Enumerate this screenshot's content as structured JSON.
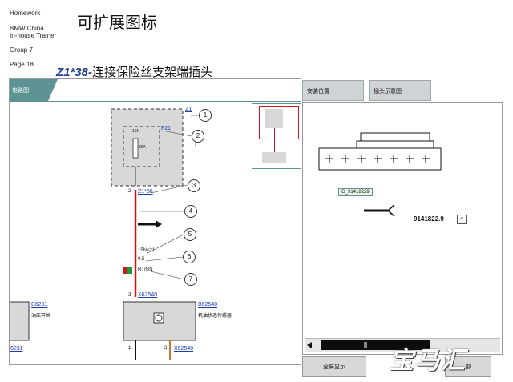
{
  "meta": {
    "homework": "Homework",
    "trainer_line1": "BMW China",
    "trainer_line2": "In-house Trainer",
    "group": "Group 7",
    "page": "Page 18"
  },
  "slide_title": "可扩展图标",
  "subtitle": {
    "code": "Z1*38-",
    "text": "连接保险丝支架端插头"
  },
  "left_panel": {
    "tab_label": "电路图",
    "fuse_box": {
      "ref": "Z1",
      "fuse_ref": "F21",
      "fuse_15n": "15N",
      "fuse_rating": "30A"
    },
    "connector": {
      "pin": "2",
      "ref": "Z1*38"
    },
    "wire": {
      "signal": "15N<21",
      "gauge": "0.5",
      "color_code": "RT/GN"
    },
    "sensor_connector": {
      "pin": "3",
      "ref": "X62540"
    },
    "left_component": {
      "ref": "B6231",
      "name": "油压开关",
      "bottom_ref": "6231"
    },
    "sensor": {
      "ref": "B62540",
      "name": "机油状态传感器"
    },
    "bottom_connector": {
      "pin1": "1",
      "pin2": "2",
      "ref": "X62540"
    },
    "callouts": [
      "1",
      "2",
      "3",
      "4",
      "5",
      "6",
      "7"
    ]
  },
  "right_panel": {
    "tab_install": "安装位置",
    "tab_plug": "插头示意图",
    "part_label": "G_91418229",
    "part_number": "9141822.9",
    "button_fullscreen": "全屏显示",
    "button_right": "部"
  },
  "watermark": "宝马汇"
}
